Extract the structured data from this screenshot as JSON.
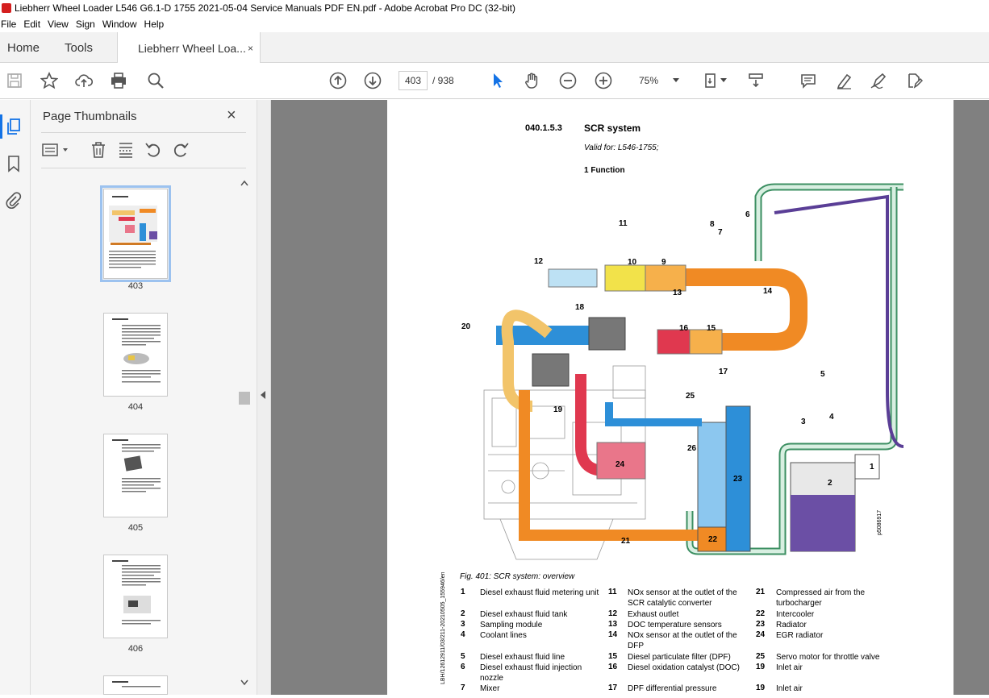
{
  "window": {
    "title": "Liebherr Wheel Loader L546 G6.1-D 1755 2021-05-04 Service Manuals PDF EN.pdf - Adobe Acrobat Pro DC (32-bit)"
  },
  "menu": [
    "File",
    "Edit",
    "View",
    "Sign",
    "Window",
    "Help"
  ],
  "tabs": {
    "home": "Home",
    "tools": "Tools",
    "doc": "Liebherr Wheel Loa...",
    "doc_close": "×"
  },
  "toolbar": {
    "page_current": "403",
    "page_total": "/ 938",
    "zoom": "75%"
  },
  "panel": {
    "title": "Page Thumbnails",
    "close": "×",
    "thumbnails": [
      {
        "label": "403"
      },
      {
        "label": "404"
      },
      {
        "label": "405"
      },
      {
        "label": "406"
      }
    ]
  },
  "page": {
    "section_number": "040.1.5.3",
    "section_title": "SCR system",
    "valid_for": "Valid for: L546-1755;",
    "subheading": "1 Function",
    "figure_caption": "Fig. 401: SCR system: overview",
    "side_code": "LBH/12612911/03/211-20210505_155946/en",
    "drawing_id": "p5086917",
    "legend": [
      {
        "n": "1",
        "t": "Diesel exhaust fluid metering unit"
      },
      {
        "n": "2",
        "t": "Diesel exhaust fluid tank"
      },
      {
        "n": "3",
        "t": "Sampling module"
      },
      {
        "n": "4",
        "t": "Coolant lines"
      },
      {
        "n": "5",
        "t": "Diesel exhaust fluid line"
      },
      {
        "n": "6",
        "t": "Diesel exhaust fluid injection nozzle"
      },
      {
        "n": "7",
        "t": "Mixer"
      },
      {
        "n": "11",
        "t": "NOx sensor at the outlet of the SCR catalytic converter"
      },
      {
        "n": "12",
        "t": "Exhaust outlet"
      },
      {
        "n": "13",
        "t": "DOC temperature sensors"
      },
      {
        "n": "14",
        "t": "NOx sensor at the outlet of the DFP"
      },
      {
        "n": "15",
        "t": "Diesel particulate filter (DPF)"
      },
      {
        "n": "16",
        "t": "Diesel oxidation catalyst (DOC)"
      },
      {
        "n": "17",
        "t": "DPF differential pressure"
      },
      {
        "n": "21",
        "t": "Compressed air from the turbocharger"
      },
      {
        "n": "22",
        "t": "Intercooler"
      },
      {
        "n": "23",
        "t": "Radiator"
      },
      {
        "n": "24",
        "t": "EGR radiator"
      },
      {
        "n": "25",
        "t": "Servo motor for throttle valve"
      },
      {
        "n": "19",
        "t": "Inlet air"
      },
      {
        "n": "19",
        "t": "Inlet air"
      }
    ],
    "diagram_labels": [
      "1",
      "2",
      "3",
      "4",
      "5",
      "6",
      "7",
      "8",
      "9",
      "10",
      "11",
      "12",
      "13",
      "14",
      "15",
      "16",
      "17",
      "18",
      "19",
      "20",
      "21",
      "22",
      "23",
      "24",
      "25",
      "26"
    ]
  },
  "colors": {
    "accent": "#1473e6",
    "doc_bg": "#808080"
  }
}
